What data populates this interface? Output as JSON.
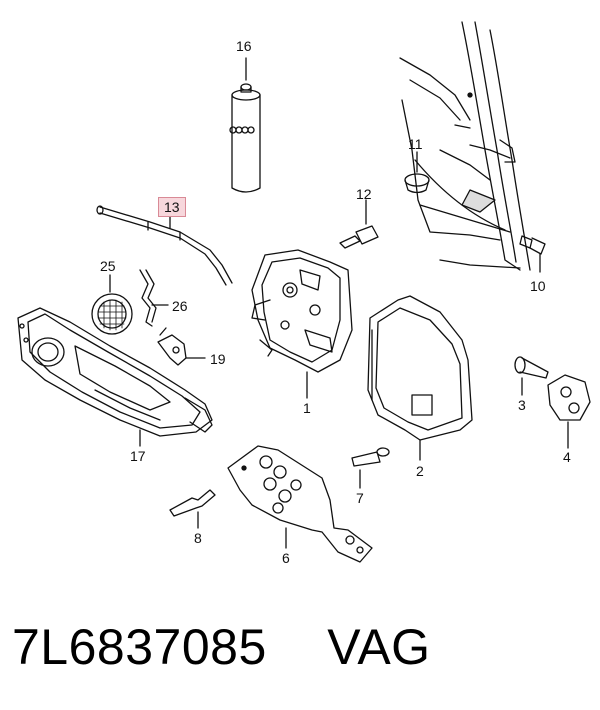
{
  "callouts": {
    "p16": "16",
    "p13": "13",
    "p11": "11",
    "p12": "12",
    "p10": "10",
    "p25": "25",
    "p26": "26",
    "p19": "19",
    "p1": "1",
    "p3": "3",
    "p4": "4",
    "p17": "17",
    "p2": "2",
    "p7": "7",
    "p8": "8",
    "p6": "6"
  },
  "caption": {
    "part_number": "7L6837085",
    "brand": "VAG"
  },
  "highlight_color": "#f7d7dc"
}
